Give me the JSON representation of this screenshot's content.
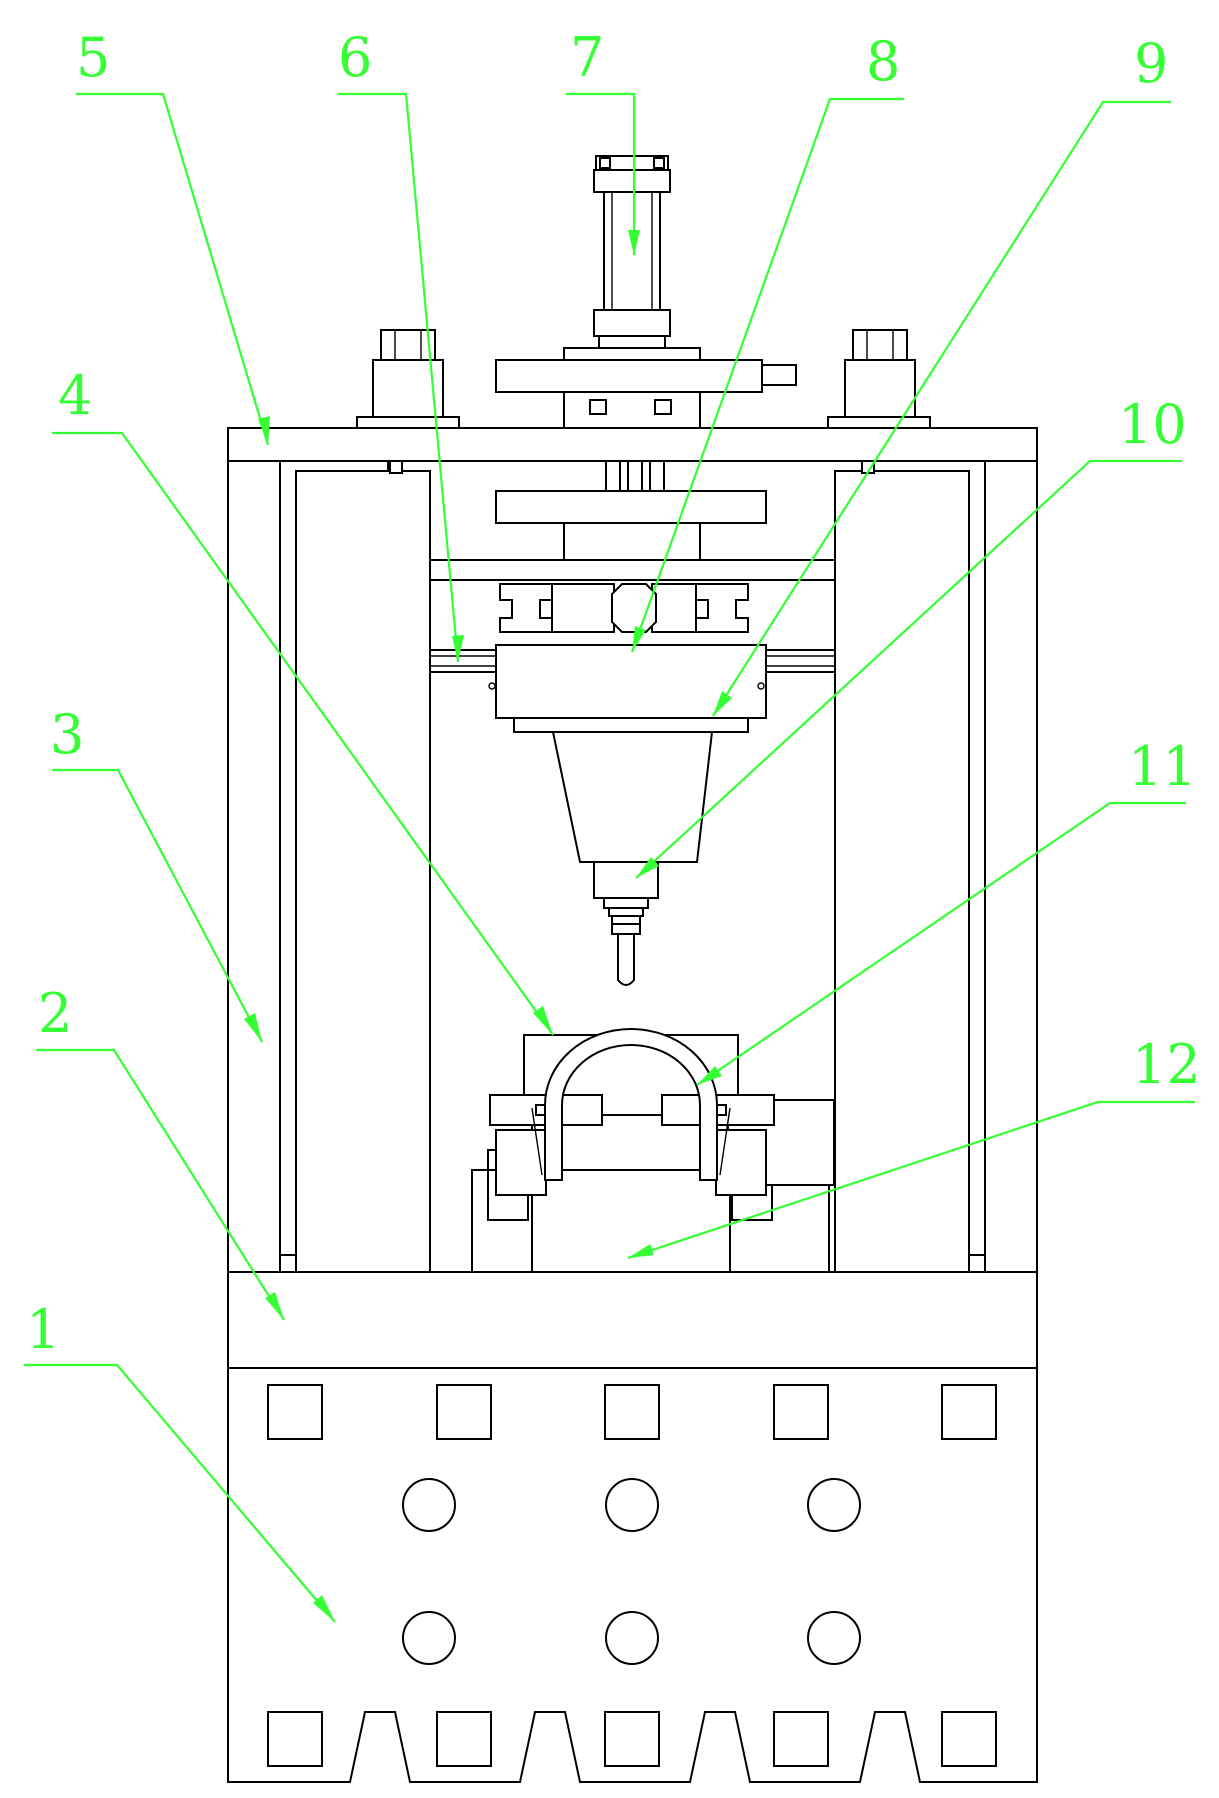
{
  "figure": {
    "callouts": [
      {
        "id": "1",
        "label": "1"
      },
      {
        "id": "2",
        "label": "2"
      },
      {
        "id": "3",
        "label": "3"
      },
      {
        "id": "4",
        "label": "4"
      },
      {
        "id": "5",
        "label": "5"
      },
      {
        "id": "6",
        "label": "6"
      },
      {
        "id": "7",
        "label": "7"
      },
      {
        "id": "8",
        "label": "8"
      },
      {
        "id": "9",
        "label": "9"
      },
      {
        "id": "10",
        "label": "10"
      },
      {
        "id": "11",
        "label": "11"
      },
      {
        "id": "12",
        "label": "12"
      }
    ],
    "colors": {
      "callout": "#33ff33",
      "linework": "#000000",
      "background": "#ffffff"
    }
  }
}
